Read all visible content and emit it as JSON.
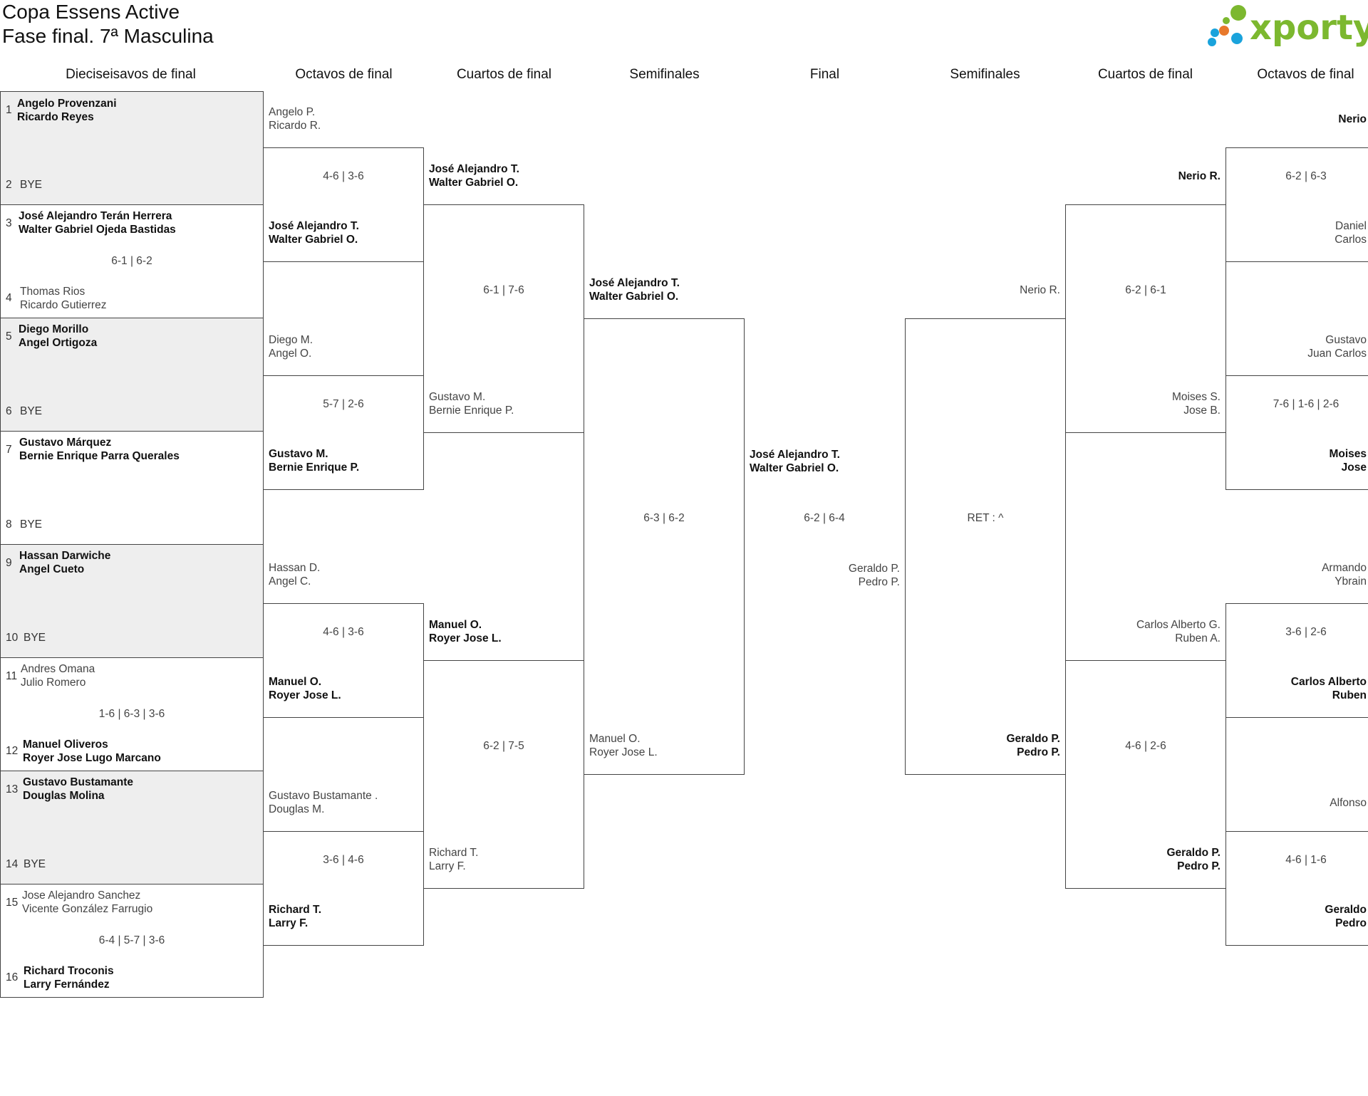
{
  "title": {
    "line1": "Copa Essens Active",
    "line2": "Fase final. 7ª Masculina"
  },
  "logo": {
    "text": "xporty",
    "colors": {
      "green": "#7cb82f",
      "orange": "#e8792b",
      "blue": "#1aa3dc"
    }
  },
  "headers": {
    "r32": "Dieciseisavos de final",
    "r16": "Octavos de final",
    "qf": "Cuartos de final",
    "sf": "Semifinales",
    "final": "Final",
    "sf_r": "Semifinales",
    "qf_r": "Cuartos de final",
    "r16_r": "Octavos de final"
  },
  "r32": [
    {
      "p1": "Angelo Provenzani\nRicardo Reyes",
      "p2": "BYE",
      "score": ""
    },
    {
      "p1": "José Alejandro Terán Herrera\nWalter Gabriel Ojeda Bastidas",
      "p2": "Thomas Rios\nRicardo Gutierrez",
      "score": "6-1 | 6-2"
    },
    {
      "p1": "Diego Morillo\nAngel Ortigoza",
      "p2": "BYE",
      "score": ""
    },
    {
      "p1": "Gustavo Márquez\nBernie Enrique Parra Querales",
      "p2": "BYE",
      "score": ""
    },
    {
      "p1": "Hassan Darwiche\nAngel Cueto",
      "p2": "BYE",
      "score": ""
    },
    {
      "p1": "Andres Omana\nJulio Romero",
      "p2": "Manuel Oliveros\nRoyer Jose Lugo Marcano",
      "score": "1-6 | 6-3 | 3-6"
    },
    {
      "p1": "Gustavo Bustamante\nDouglas Molina",
      "p2": "BYE",
      "score": ""
    },
    {
      "p1": "Jose Alejandro Sanchez\nVicente González Farrugio",
      "p2": "Richard Troconis\nLarry Fernández",
      "score": "6-4 | 5-7 | 3-6"
    }
  ],
  "r16": [
    {
      "p1": "Angelo P.\nRicardo R.",
      "p2": "José Alejandro T.\nWalter Gabriel O.",
      "score": "4-6 | 3-6"
    },
    {
      "p1": "Diego M.\nAngel O.",
      "p2": "Gustavo M.\nBernie Enrique P.",
      "score": "5-7 | 2-6"
    },
    {
      "p1": "Hassan D.\nAngel C.",
      "p2": "Manuel O.\nRoyer Jose L.",
      "score": "4-6 | 3-6"
    },
    {
      "p1": "Gustavo Bustamante .\nDouglas M.",
      "p2": "Richard T.\nLarry F.",
      "score": "3-6 | 4-6"
    }
  ],
  "qf": [
    {
      "p1": "José Alejandro T.\nWalter Gabriel O.",
      "p2": "Gustavo M.\nBernie Enrique P.",
      "score": "6-1 | 7-6"
    },
    {
      "p1": "Manuel O.\nRoyer Jose L.",
      "p2": "Richard T.\nLarry F.",
      "score": "6-2 | 7-5"
    }
  ],
  "sf": [
    {
      "p1": "José Alejandro T.\nWalter Gabriel O.",
      "p2": "Manuel O.\nRoyer Jose L.",
      "score": "6-3 | 6-2"
    }
  ],
  "final": {
    "p1": "José Alejandro T.\nWalter Gabriel O.",
    "p2": "Geraldo P.\nPedro P.",
    "score": "6-2 | 6-4"
  },
  "sf_r": [
    {
      "p1": "Nerio R.",
      "p2": "Geraldo P.\nPedro P.",
      "score": "RET : ^"
    }
  ],
  "qf_r": [
    {
      "p1": "Nerio R.",
      "p2": "Moises S.\nJose B.",
      "score": "6-2 | 6-1"
    },
    {
      "p1": "Carlos Alberto G.\nRuben A.",
      "p2": "Geraldo P.\nPedro P.",
      "score": "4-6 | 2-6"
    }
  ],
  "r16_r": [
    {
      "p1": "Nerio",
      "p2": "Daniel\nCarlos",
      "score": "6-2 | 6-3"
    },
    {
      "p1": "Gustavo\nJuan Carlos",
      "p2": "Moises\nJose",
      "score": "7-6 | 1-6 | 2-6"
    },
    {
      "p1": "Armando\nYbrain",
      "p2": "Carlos Alberto\nRuben",
      "score": "3-6 | 2-6"
    },
    {
      "p1": "Alfonso",
      "p2": "Geraldo\nPedro",
      "score": "4-6 | 1-6"
    }
  ]
}
